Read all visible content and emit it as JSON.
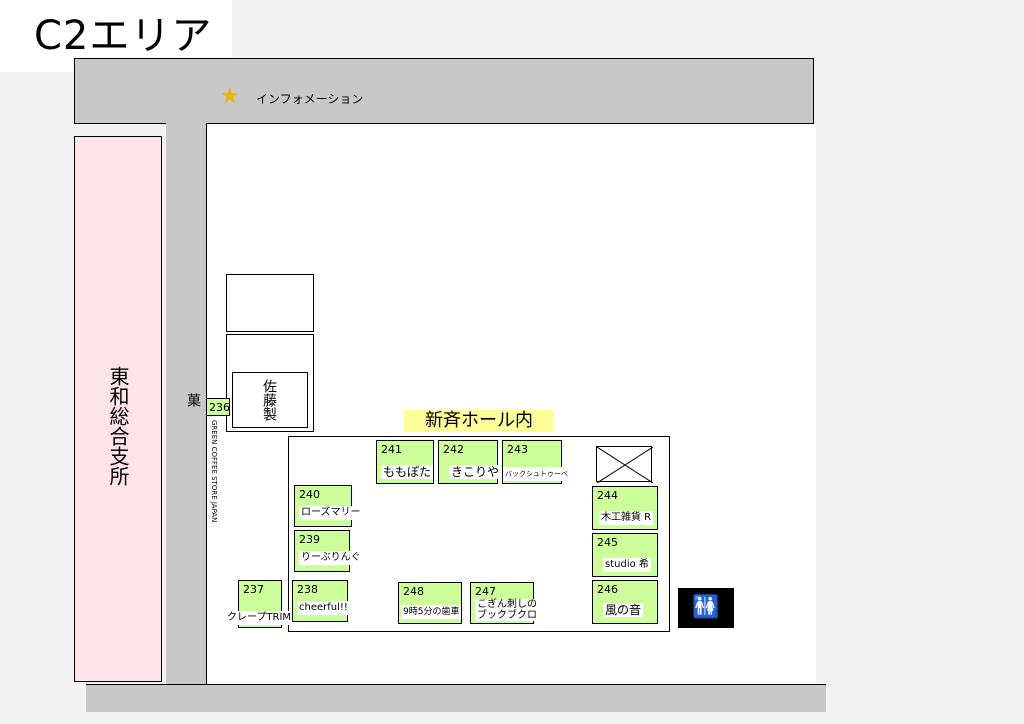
{
  "title": "C2エリア",
  "information": "インフォメーション",
  "hall_label": "新斉ホール内",
  "shiosho": "東和総合支所",
  "sato": "佐藤製菓",
  "coffee": "GREEN COFFEE STORE JAPAN",
  "booths": [
    {
      "num": "236",
      "name": ""
    },
    {
      "num": "237",
      "name": "クレープTRIM"
    },
    {
      "num": "238",
      "name": "cheerful!!"
    },
    {
      "num": "239",
      "name": "りーぶりんぐ"
    },
    {
      "num": "240",
      "name": "ローズマリー"
    },
    {
      "num": "241",
      "name": "ももぽた"
    },
    {
      "num": "242",
      "name": "きこりや"
    },
    {
      "num": "243",
      "name": "バックシュトゥーベ"
    },
    {
      "num": "244",
      "name": "木工雑貨 R"
    },
    {
      "num": "245",
      "name": "studio 希"
    },
    {
      "num": "246",
      "name": "風の音"
    },
    {
      "num": "247",
      "name": "こぎん刺しの\nブックブクロ"
    },
    {
      "num": "248",
      "name": "9時5分の歯車"
    }
  ],
  "colors": {
    "road": "#c8c8c8",
    "booth": "#ccff99",
    "hall_label_bg": "#ffff99",
    "pink": "#fde4e8"
  }
}
